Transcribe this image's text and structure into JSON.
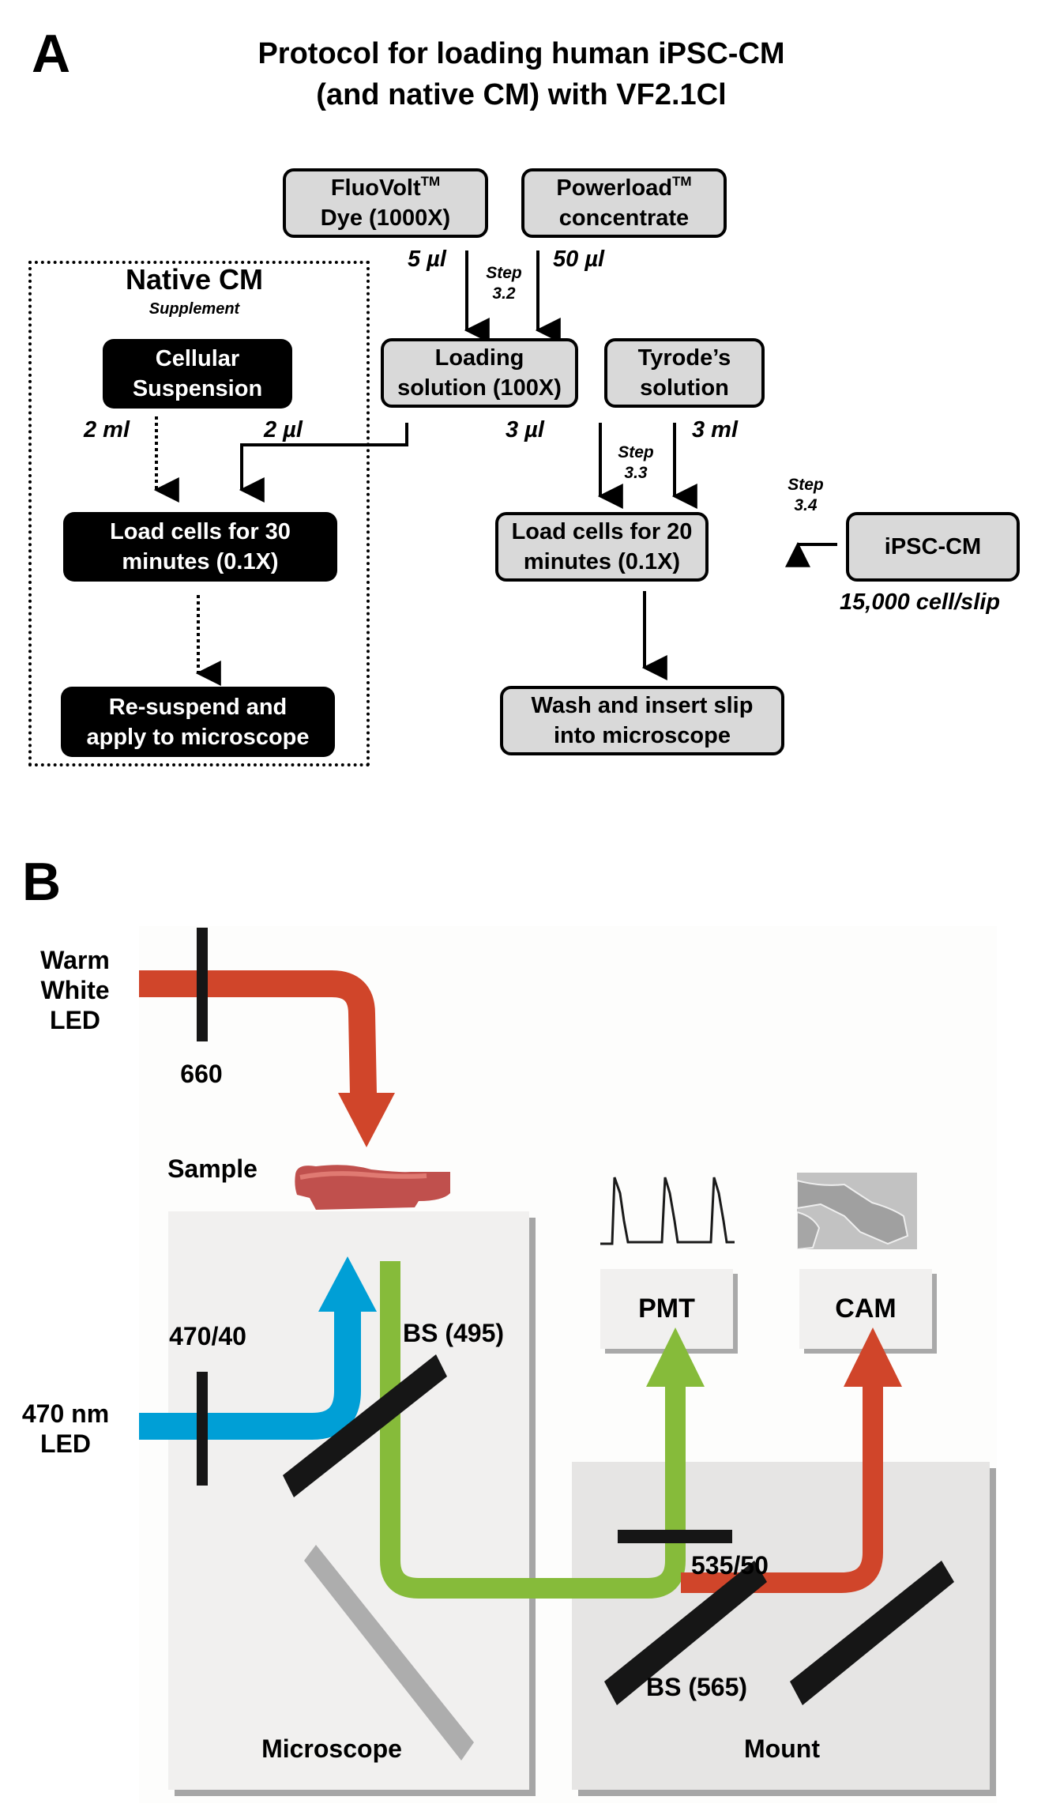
{
  "panel_a": {
    "letter": "A",
    "title_line1": "Protocol for loading human iPSC-CM",
    "title_line2": "(and native CM) with VF2.1Cl",
    "boxes": {
      "fluovolt": {
        "main": "FluoVolt",
        "sup": "TM",
        "line2": "Dye (1000X)"
      },
      "powerload": {
        "main": "Powerload",
        "sup": "TM",
        "line2": "concentrate"
      },
      "loading_solution": "Loading\nsolution (100X)",
      "tyrodes": "Tyrode’s\nsolution",
      "load_20": "Load cells for 20\nminutes (0.1X)",
      "ipsc_cm": "iPSC-CM",
      "wash": "Wash and insert slip\ninto microscope"
    },
    "amounts": {
      "dye": "5 µl",
      "powerload": "50 µl",
      "loading_to_native": "2 µl",
      "loading_to_ipsc": "3 µl",
      "tyrodes": "3 ml",
      "suspension": "2 ml",
      "cells_per_slip": "15,000  cell/slip"
    },
    "steps": {
      "s32": "Step\n3.2",
      "s33": "Step\n3.3",
      "s34": "Step\n3.4"
    },
    "native": {
      "title": "Native CM",
      "subtitle": "Supplement",
      "suspension": "Cellular\nSuspension",
      "load_30": "Load cells for 30\nminutes (0.1X)",
      "resuspend": "Re-suspend and\napply to microscope"
    }
  },
  "panel_b": {
    "letter": "B",
    "warm_led": "Warm\nWhite\nLED",
    "filter_660": "660",
    "sample": "Sample",
    "blue_led": "470 nm\nLED",
    "filter_470": "470/40",
    "bs495": "BS (495)",
    "filter_535": "535/50",
    "bs565": "BS (565)",
    "pmt": "PMT",
    "cam": "CAM",
    "microscope": "Microscope",
    "mount": "Mount",
    "colors": {
      "red_beam": "#d0452a",
      "blue_beam": "#009fd6",
      "green_beam": "#86bb3a",
      "mirror": "#161616",
      "grey_mirror": "#adadad",
      "microscope_panel": "#f1f0ef",
      "mount_panel": "#e6e5e4",
      "sample": "#c0504d"
    }
  }
}
